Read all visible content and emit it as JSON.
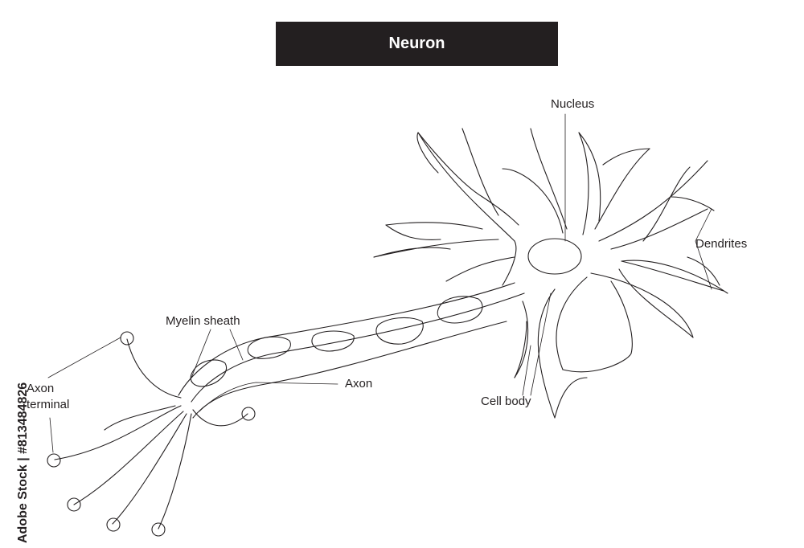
{
  "title": "Neuron",
  "labels": {
    "nucleus": "Nucleus",
    "dendrites": "Dendrites",
    "myelin_sheath": "Myelin sheath",
    "axon": "Axon",
    "cell_body": "Cell body",
    "axon_terminal_line1": "Axon",
    "axon_terminal_line2": "terminal"
  },
  "watermark_id": "Adobe Stock | #813484826",
  "colors": {
    "title_bg": "#231f20",
    "title_text": "#ffffff",
    "line": "#231f20",
    "background": "#ffffff"
  }
}
